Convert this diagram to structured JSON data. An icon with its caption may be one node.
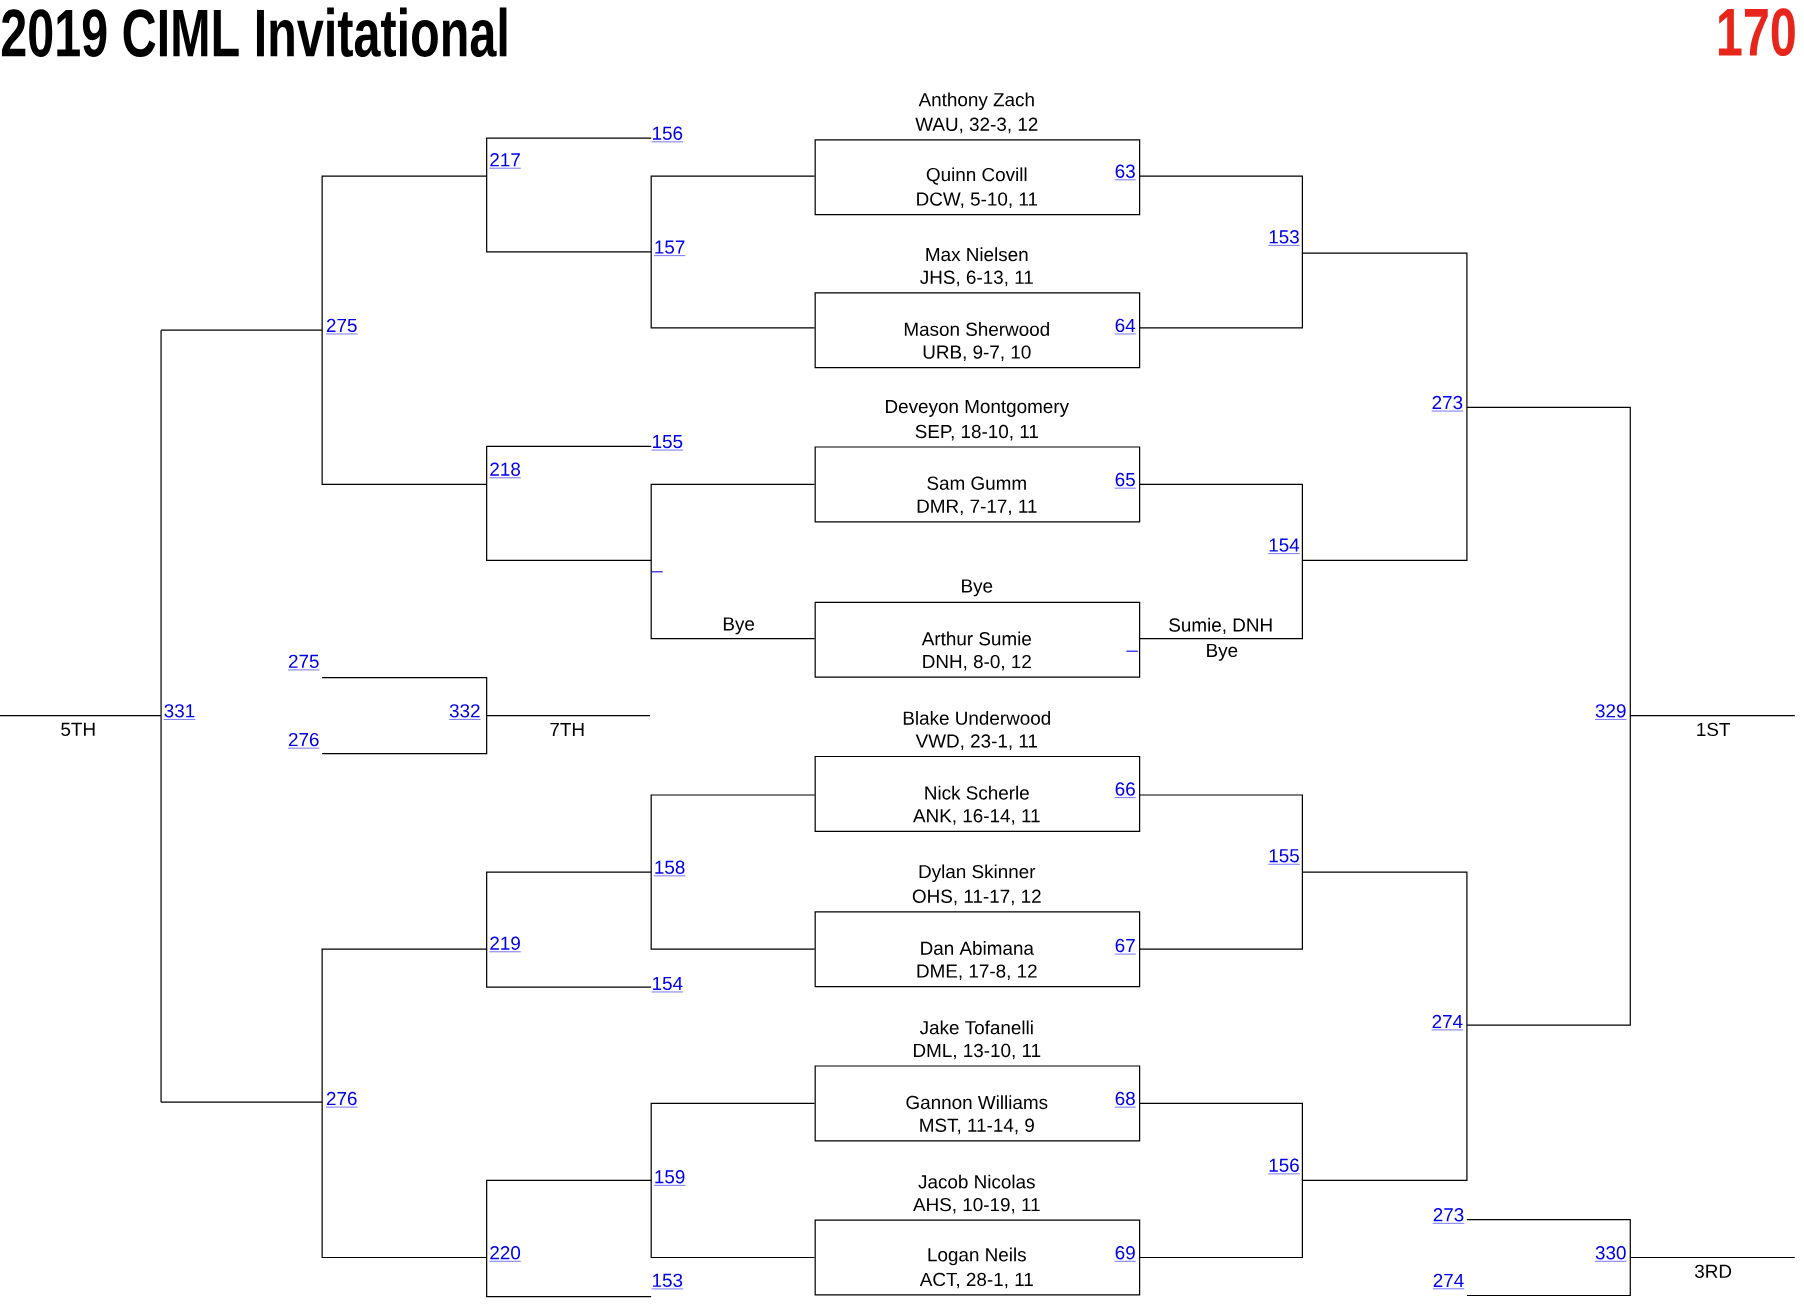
{
  "diagram": {
    "title": "2019 CIML Invitational",
    "nodes": [
      {
        "text": [
          "Anthony Zach",
          "WAU, 32-3, 12",
          "Quinn Covill",
          "DCW, 5-10, 11"
        ]
      },
      {
        "text": [
          "Max Nielsen",
          "JHS, 6-13, 11",
          "Mason Sherwood",
          "URB, 9-7, 10"
        ]
      },
      {
        "text": [
          "Deveyon Montgomery",
          "SEP, 18-10, 11",
          "Sam Gumm",
          "DMR, 7-17, 11"
        ]
      },
      {
        "text": [
          "Bye",
          "Arthur Sumie",
          "DNH, 8-0, 12"
        ]
      },
      {
        "text": [
          "Blake Underwood",
          "VWD, 23-1, 11",
          "Nick Scherle",
          "ANK, 16-14, 11"
        ]
      },
      {
        "text": [
          "Dylan Skinner",
          "OHS, 11-17, 12",
          "Dan Abimana",
          "DME, 17-8, 12"
        ]
      },
      {
        "text": [
          "Jake Tofanelli",
          "DML, 13-10, 11",
          "Gannon Williams",
          "MST, 11-14, 9"
        ]
      },
      {
        "text": [
          "Jacob Nicolas",
          "AHS, 10-19, 11",
          "Logan Neils",
          "ACT, 28-1, 11"
        ]
      }
    ],
    "labels": [
      "170",
      "156",
      "217",
      "63",
      "153",
      "157",
      "275",
      "64",
      "273",
      "155",
      "218",
      "65",
      "154",
      "Bye",
      "Sumie, DNH",
      "Bye",
      "275",
      "331",
      "332",
      "329",
      "5TH",
      "7TH",
      "1ST",
      "276",
      "66",
      "155",
      "158",
      "219",
      "67",
      "154",
      "274",
      "276",
      "68",
      "156",
      "159",
      "273",
      "220",
      "69",
      "330",
      "3RD",
      "153",
      "274"
    ]
  }
}
